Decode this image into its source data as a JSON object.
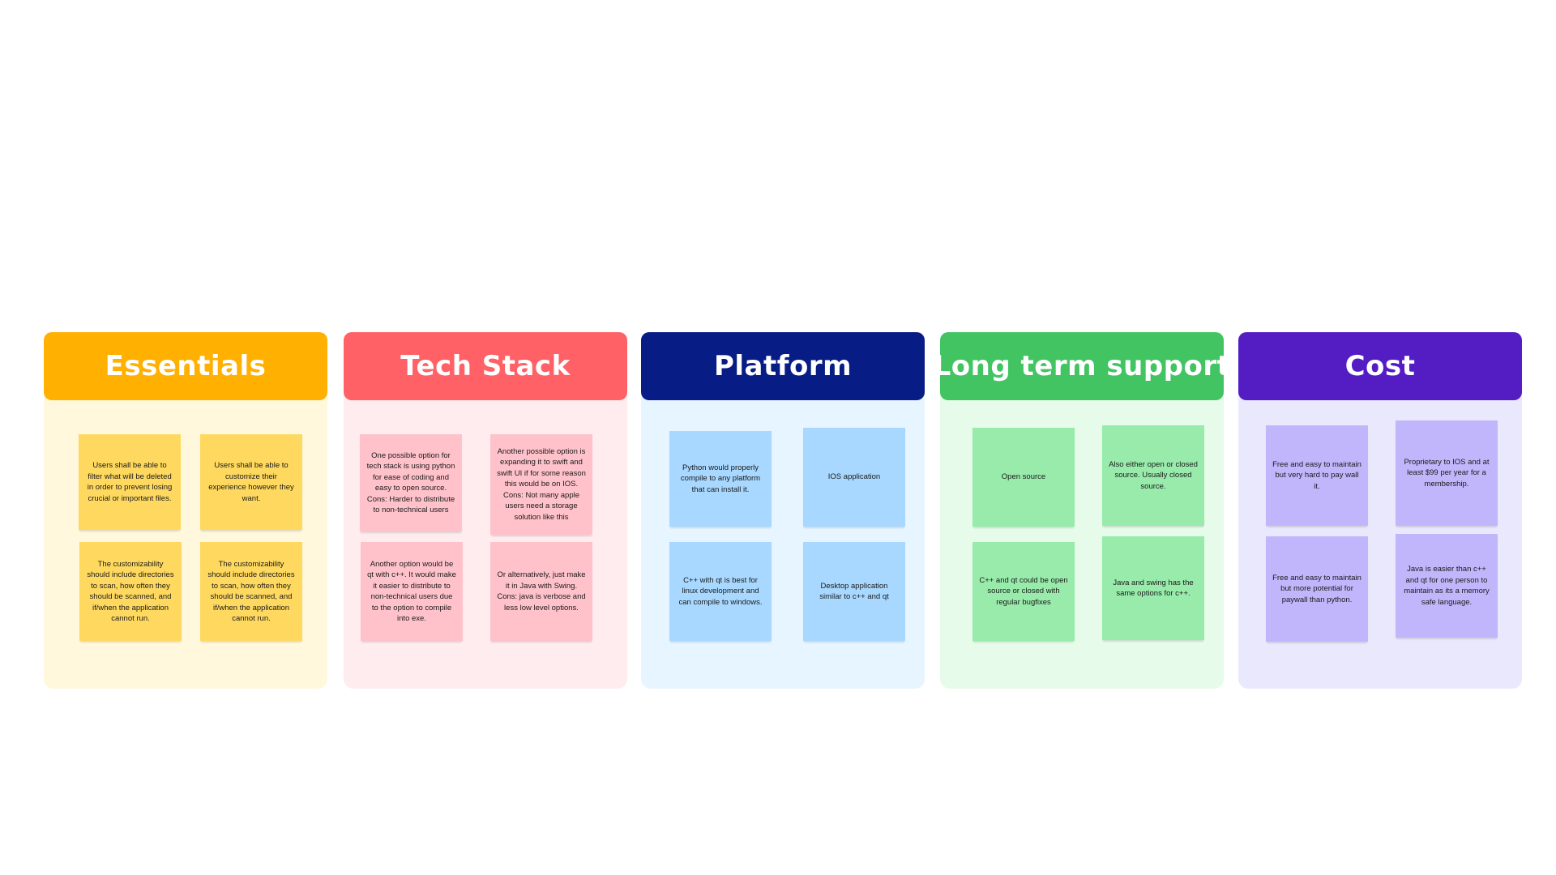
{
  "columns": [
    {
      "title": "Essentials",
      "notes": [
        "Users shall be able to filter what will be deleted in order to prevent losing crucial or important files.",
        "Users shall be able to customize their experience however they want.",
        "The customizability should include directories to scan, how often they should be scanned, and if/when the application cannot run.",
        "The customizability should include directories to scan, how often they should be scanned, and if/when the application cannot run."
      ]
    },
    {
      "title": "Tech Stack",
      "notes": [
        "One possible option for tech stack is using python for ease of coding and easy to open source. Cons: Harder to distribute to non-technical users",
        "Another possible option is expanding it to swift and swift UI if for some reason this would be on IOS. Cons: Not many apple users need a storage solution like this",
        "Another option would be qt with c++. It would make it easier to distribute to non-technical users due to the option to compile into exe.",
        "Or alternatively, just make it in Java with Swing. Cons: java is verbose and less low level options."
      ]
    },
    {
      "title": "Platform",
      "notes": [
        "Python would properly compile to any platform that can install it.",
        "IOS application",
        "C++ with qt is best for linux development and can compile to windows.",
        "Desktop application similar to c++ and qt"
      ]
    },
    {
      "title": "Long term support",
      "notes": [
        "Open source",
        "Also either open or closed source. Usually closed source.",
        "C++ and qt could be open source or closed with regular bugfixes",
        "Java and swing has the same options for c++."
      ]
    },
    {
      "title": "Cost",
      "notes": [
        "Free and easy to maintain but very hard to pay wall it.",
        "Proprietary to IOS and at least $99 per year for a membership.",
        "Free and easy to maintain but more potential for paywall than python.",
        "Java is easier than c++ and qt for one person to maintain as its a memory safe language."
      ]
    }
  ],
  "colors": {
    "essentials_header": "#ffb000",
    "tech_stack_header": "#ff6166",
    "platform_header": "#071c85",
    "long_term_support_header": "#43c463",
    "cost_header": "#541dc4"
  }
}
